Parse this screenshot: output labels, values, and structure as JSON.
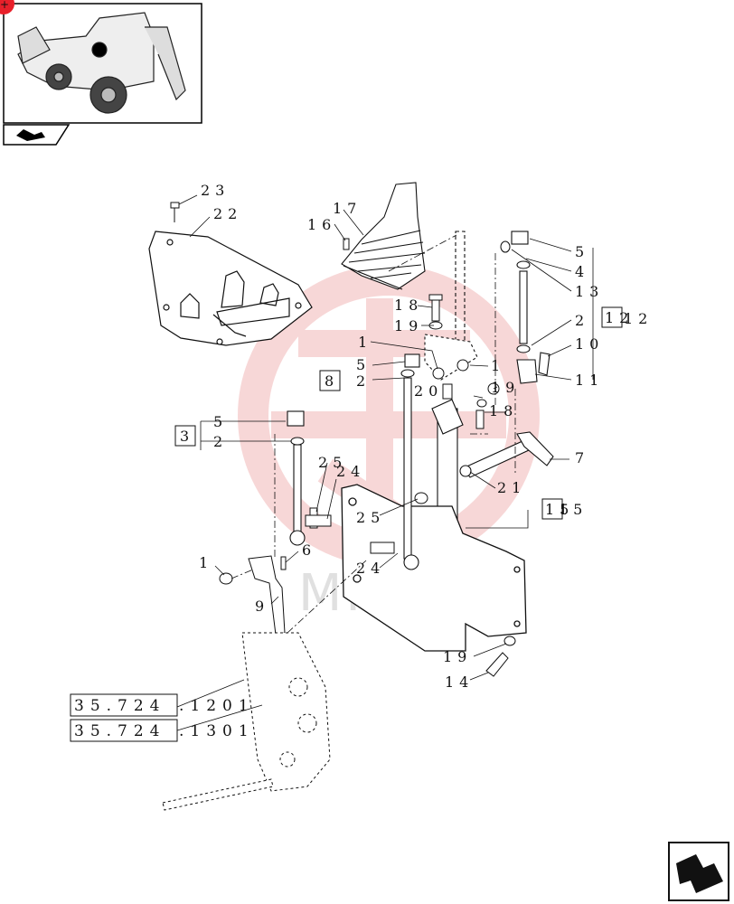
{
  "watermark": {
    "text": "MHTEX",
    "color": "#f2b8b8"
  },
  "colors": {
    "ink": "#111111",
    "accent": "#e8202a"
  },
  "callouts": [
    "23",
    "22",
    "17",
    "16",
    "18",
    "19",
    "1",
    "5",
    "2",
    "20",
    "1",
    "5",
    "4",
    "13",
    "2",
    "12",
    "10",
    "11",
    "19",
    "18",
    "7",
    "3",
    "5",
    "2",
    "25",
    "24",
    "21",
    "15",
    "25",
    "1",
    "6",
    "24",
    "9",
    "19",
    "14"
  ],
  "boxed_callouts": [
    "8",
    "3",
    "12",
    "15"
  ],
  "references": [
    {
      "boxed": "35.724",
      "suffix": ".1201"
    },
    {
      "boxed": "35.724",
      "suffix": ".1301"
    }
  ],
  "icons": {
    "thumbnail": "backhoe-loader-thumbnail",
    "nav_small": "page-turn-icon",
    "nav_large": "next-page-arrow-icon",
    "badge": "plus-badge-icon"
  }
}
